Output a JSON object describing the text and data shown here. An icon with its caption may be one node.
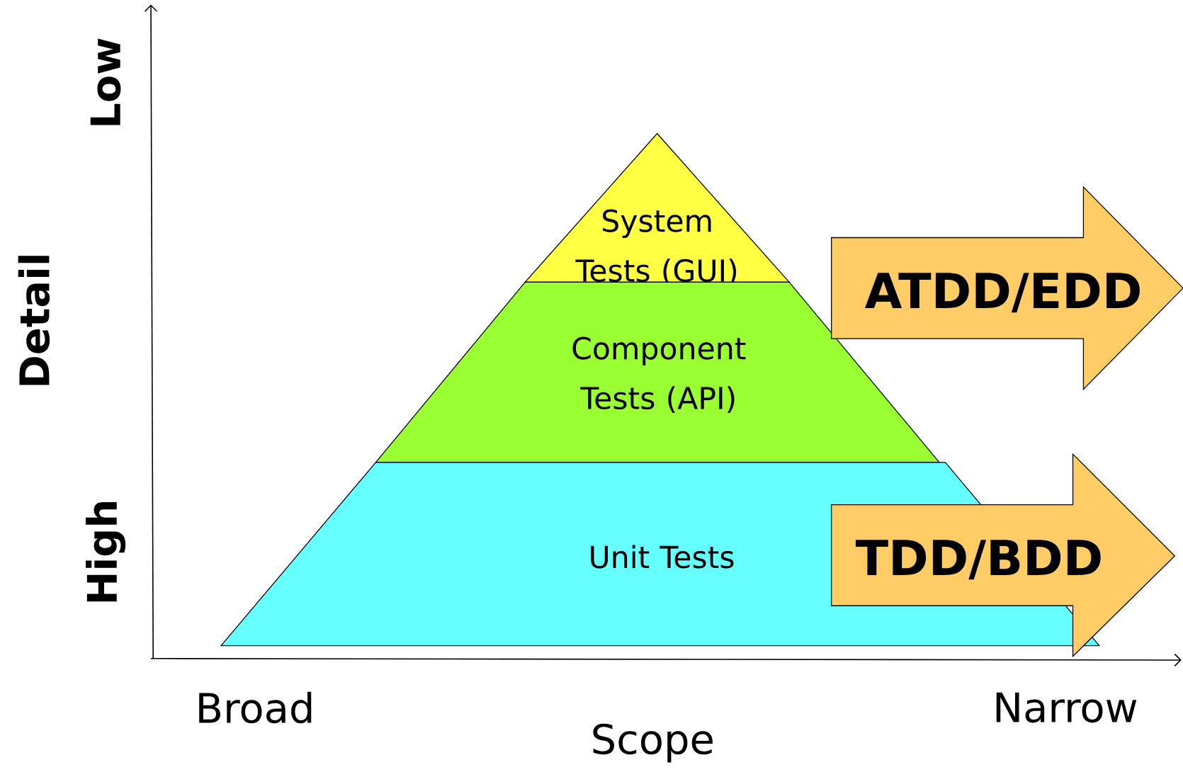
{
  "diagram": {
    "nodes": [
      {
        "text": [
          "System Tests (GUI)"
        ]
      },
      {
        "text": [
          "Component Tests (API)"
        ]
      },
      {
        "text": [
          "Unit Tests"
        ]
      },
      {
        "text": [
          "ATDD/EDD"
        ]
      },
      {
        "text": [
          "TDD/BDD"
        ]
      }
    ],
    "labels": [
      "Low",
      "Detail",
      "High",
      "Broad",
      "Scope",
      "Narrow"
    ]
  }
}
